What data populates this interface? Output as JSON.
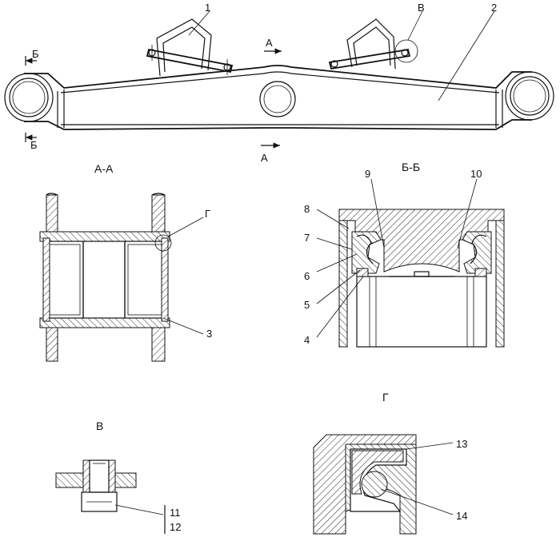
{
  "callouts": {
    "n1": "1",
    "n2": "2",
    "n3": "3",
    "n4": "4",
    "n5": "5",
    "n6": "6",
    "n7": "7",
    "n8": "8",
    "n9": "9",
    "n10": "10",
    "n11": "11",
    "n12": "12",
    "n13": "13",
    "n14": "14"
  },
  "section_marks": {
    "a_top": "А",
    "a_bottom": "А",
    "b_top": "Б",
    "b_bottom": "Б",
    "detail_v": "В",
    "detail_g_circle": "Г"
  },
  "view_titles": {
    "section_aa": "А-А",
    "section_bb": "Б-Б",
    "detail_v": "В",
    "detail_g": "Г"
  }
}
